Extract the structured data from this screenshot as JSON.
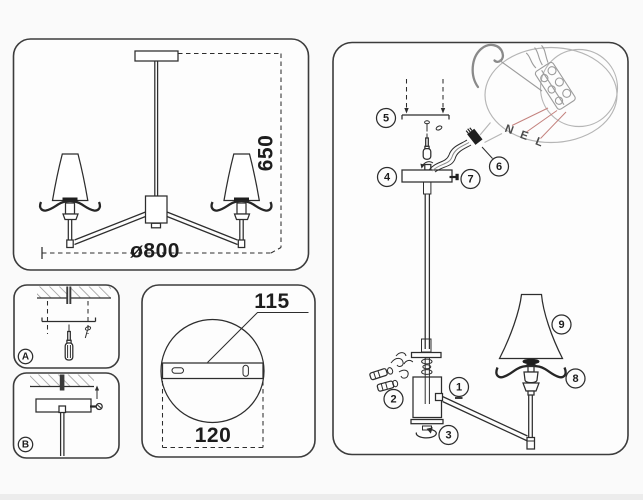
{
  "document": {
    "type_label": "lamp-assembly-instruction-sheet"
  },
  "panels": {
    "overview": {
      "height": "650",
      "diameter": "ø800"
    },
    "steps": {
      "a": "A",
      "b": "B"
    },
    "plate_detail": {
      "hole_spacing": "115",
      "plate_width": "120"
    },
    "exploded": {
      "callouts": {
        "c1": "1",
        "c2": "2",
        "c3": "3",
        "c4": "4",
        "c5": "5",
        "c6": "6",
        "c7": "7",
        "c8": "8",
        "c9": "9"
      },
      "terminals": {
        "n": "N",
        "e": "E",
        "l": "L"
      }
    }
  },
  "colors": {
    "background": "#fafafa",
    "panel_fill": "#fdfdfd",
    "line": "#2d2d2d",
    "frame": "#3c3c3c",
    "magnifier_gray": "#b5b5b5",
    "terminal_leader_red": "#c4827e",
    "hatch_gray": "#8f8f8f"
  }
}
